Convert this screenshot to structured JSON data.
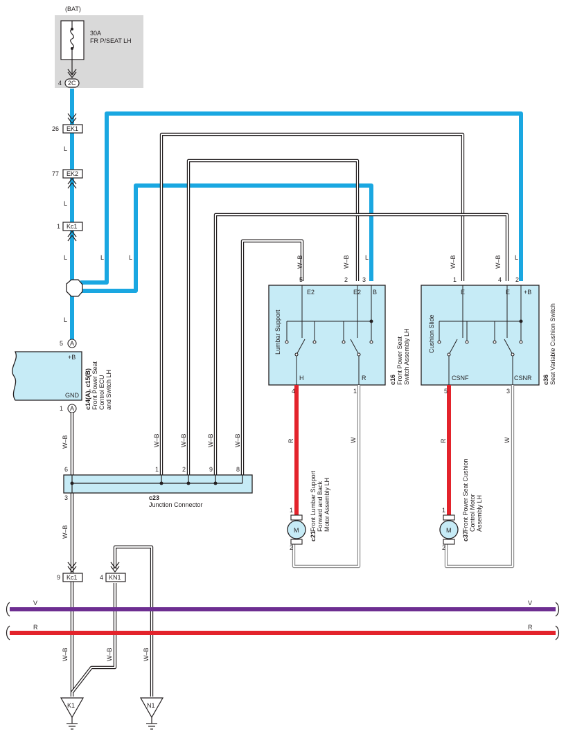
{
  "battery": {
    "label": "(BAT)"
  },
  "fuse": {
    "rating": "30A",
    "name": "FR P/SEAT LH"
  },
  "connectors": {
    "c2c": {
      "id": "2C",
      "pin": "4"
    },
    "ek1": {
      "id": "EK1",
      "pin": "26"
    },
    "ek2": {
      "id": "EK2",
      "pin": "77"
    },
    "kc1_top": {
      "id": "Kc1",
      "pin": "1"
    },
    "kc1_bottom": {
      "id": "Kc1",
      "pin": "9"
    },
    "kn1": {
      "id": "KN1",
      "pin": "4"
    }
  },
  "wire_colors": {
    "L": "L",
    "WB": "W–B",
    "R": "R",
    "W": "W",
    "V": "V"
  },
  "ecu": {
    "code": "c14(A), c15(B)",
    "name_line1": "Front Power Seat",
    "name_line2": "Control ECU",
    "name_line3": "and Switch LH",
    "terminal_b": "+B",
    "terminal_gnd": "GND",
    "pin_top": "5",
    "pin_bottom": "1",
    "conn_letter": "A"
  },
  "junction": {
    "code": "c23",
    "name": "Junction Connector",
    "pins": [
      "6",
      "1",
      "2",
      "9",
      "8",
      "3"
    ]
  },
  "switch_c16": {
    "code": "c16",
    "name_line1": "Front Power Seat",
    "name_line2": "Switch Assembly LH",
    "label": "Lumbar Support",
    "terms_top": [
      "E2",
      "E2",
      "B"
    ],
    "pins_top": [
      "5",
      "2",
      "3"
    ],
    "terms_bottom": [
      "H",
      "R"
    ],
    "pins_bottom": [
      "4",
      "1"
    ]
  },
  "switch_c36": {
    "code": "c36",
    "name": "Seat Variable Cushion Switch",
    "label": "Cushion Slide",
    "terms_top": [
      "E",
      "E",
      "+B"
    ],
    "pins_top": [
      "1",
      "4",
      "2"
    ],
    "terms_bottom": [
      "CSNF",
      "CSNR"
    ],
    "pins_bottom": [
      "5",
      "3"
    ]
  },
  "motor_c21": {
    "code": "c21",
    "symbol": "M",
    "name_line1": "Front Lumbar Support",
    "name_line2": "Forward and Back",
    "name_line3": "Motor Assembly LH",
    "pin_top": "1",
    "pin_bottom": "2"
  },
  "motor_c37": {
    "code": "c37",
    "symbol": "M",
    "name_line1": "Front Power Seat Cushion",
    "name_line2": "Control Motor",
    "name_line3": "Assembly LH",
    "pin_top": "1",
    "pin_bottom": "2"
  },
  "grounds": {
    "k1": "K1",
    "n1": "N1"
  },
  "colors": {
    "blue_wire": "#1aa7e1",
    "red_wire": "#e3232b",
    "violet_wire": "#6d2e91",
    "component_fill": "#c6ebf6",
    "fuse_box_fill": "#d9d9d9"
  }
}
